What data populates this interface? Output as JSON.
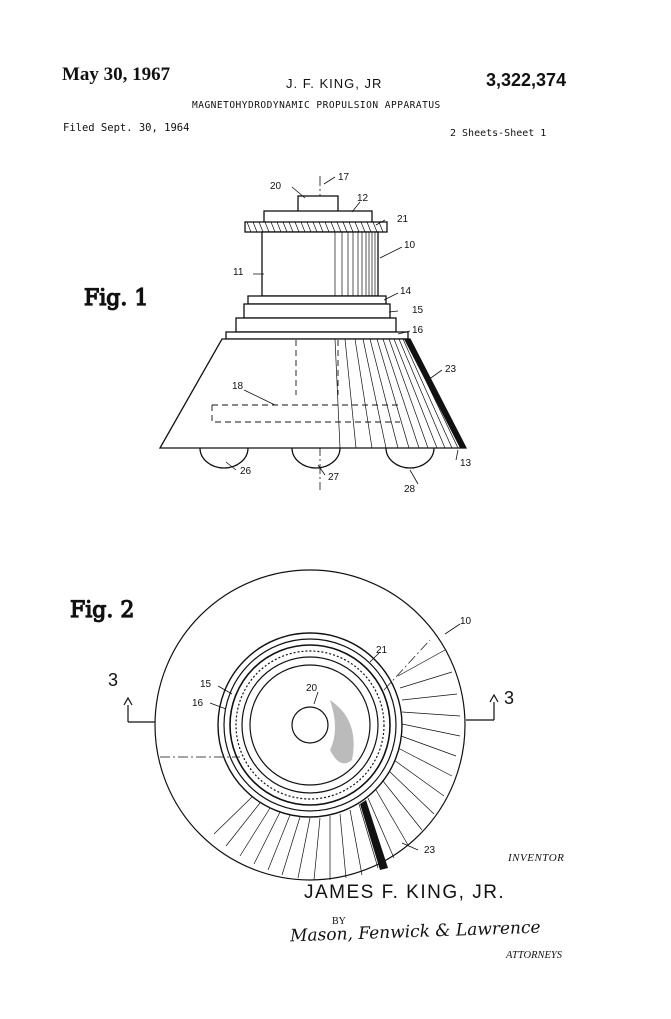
{
  "header": {
    "date": "May 30, 1967",
    "inventor_header": "J. F. KING, JR",
    "patent_number": "3,322,374",
    "title": "MAGNETOHYDRODYNAMIC PROPULSION APPARATUS",
    "filed": "Filed Sept. 30, 1964",
    "sheets": "2 Sheets-Sheet 1"
  },
  "figures": {
    "fig1_label": "Fig. 1",
    "fig2_label": "Fig. 2",
    "fig1_refs": [
      "20",
      "17",
      "12",
      "21",
      "10",
      "11",
      "14",
      "15",
      "16",
      "23",
      "18",
      "26",
      "27",
      "28",
      "13"
    ],
    "fig2_refs": [
      "10",
      "21",
      "20",
      "15",
      "16",
      "23"
    ],
    "section_marks": [
      "3",
      "3"
    ]
  },
  "footer": {
    "inventor_label": "INVENTOR",
    "inventor_name": "JAMES F. KING, JR.",
    "by_label": "BY",
    "attorney_signature": "Mason, Fenwick & Lawrence",
    "attorneys_label": "ATTORNEYS"
  }
}
